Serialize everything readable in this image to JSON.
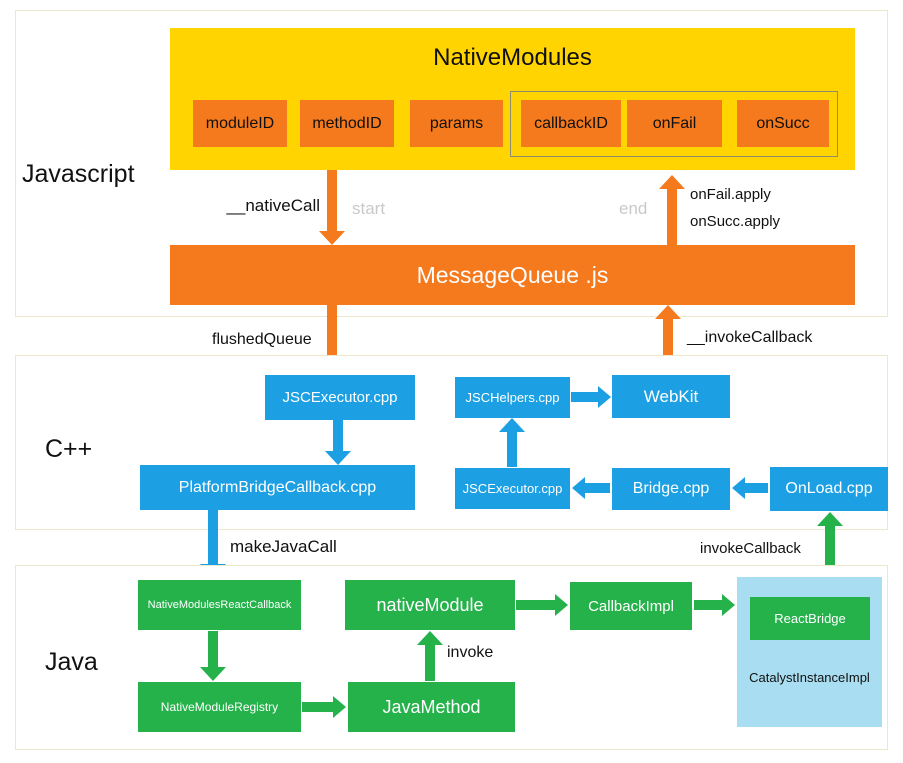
{
  "colors": {
    "gold": "#FFD400",
    "orange": "#F5791D",
    "blue": "#1CA0E3",
    "green": "#26B24B",
    "light_blue": "#A9DDF1"
  },
  "sections": {
    "javascript": "Javascript",
    "cpp": "C++",
    "java": "Java"
  },
  "js_layer": {
    "native_modules_title": "NativeModules",
    "fields": [
      "moduleID",
      "methodID",
      "params"
    ],
    "callback_fields": [
      "callbackID",
      "onFail",
      "onSucc"
    ],
    "message_queue": "MessageQueue .js",
    "native_call_label": "__nativeCall",
    "start_label": "start",
    "end_label": "end",
    "onfail_apply_label": "onFail.apply",
    "onsucc_apply_label": "onSucc.apply",
    "flushed_queue_label": "flushedQueue",
    "invoke_callback_label": "__invokeCallback"
  },
  "cpp_layer": {
    "jsc_executor_top": "JSCExecutor.cpp",
    "jsc_helpers": "JSCHelpers.cpp",
    "webkit": "WebKit",
    "platform_bridge_callback": "PlatformBridgeCallback.cpp",
    "jsc_executor_bottom": "JSCExecutor.cpp",
    "bridge": "Bridge.cpp",
    "onload": "OnLoad.cpp",
    "make_java_call_label": "makeJavaCall",
    "invoke_callback_label": "invokeCallback"
  },
  "java_layer": {
    "native_modules_react_callback": "NativeModulesReactCallback",
    "native_module": "nativeModule",
    "callback_impl": "CallbackImpl",
    "react_bridge": "ReactBridge",
    "catalyst_instance_impl": "CatalystInstanceImpl",
    "native_module_registry": "NativeModuleRegistry",
    "java_method": "JavaMethod",
    "invoke_label": "invoke"
  }
}
